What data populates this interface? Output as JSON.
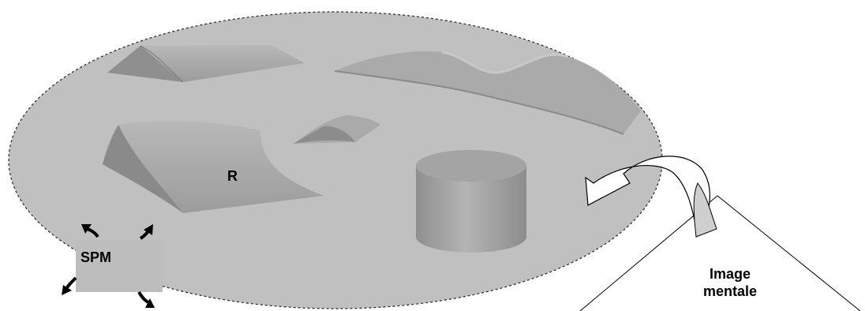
{
  "labels": {
    "r": "R",
    "spm": "SPM",
    "mental_image_line1": "Image",
    "mental_image_line2": "mentale"
  },
  "colors": {
    "ellipse_fill": "#c0c0c0",
    "shape_fill": "#a9a9a9",
    "shape_dark": "#8a8a8a",
    "spm_box": "#bdbdbd",
    "arrow_fill": "#ffffff",
    "outline": "#000000"
  },
  "icons": {
    "spm_arrows": "black-curved-arrow-icon",
    "rotation_arrow": "white-curved-arrow-icon"
  }
}
